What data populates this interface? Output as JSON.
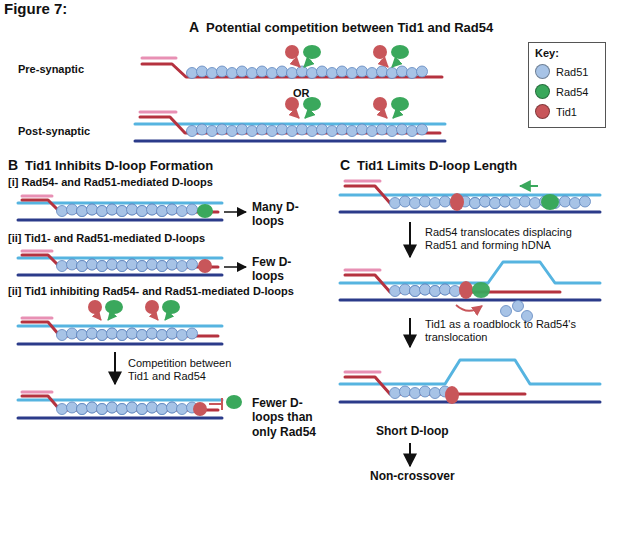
{
  "diagram": {
    "title": "Figure 7:",
    "nodes": [
      {
        "text": [
          "Key:"
        ]
      }
    ],
    "labels": [
      "A",
      "Potential competition between Tid1 and Rad54",
      "Pre-synaptic",
      "OR",
      "Post-synaptic",
      "B",
      "Tid1 Inhibits D-loop Formation",
      "[i] Rad54- and Rad51-mediated D-loops",
      "Many D-loops",
      "[ii] Tid1- and Rad51-mediated D-loops",
      "Few D-loops",
      "[ii] Tid1 inhibiting Rad54- and Rad51-mediated D-loops",
      "Competition between Tid1 and Rad54",
      "Fewer D-loops than only Rad54",
      "C",
      "Tid1 Limits D-loop Length",
      "Rad54 translocates displacing Rad51 and forming hDNA",
      "Tid1 as a roadblock to Rad54's translocation",
      "Short D-loop",
      "Non-crossover"
    ],
    "legend": [
      {
        "text": "Rad51",
        "color": "#a7c3e6"
      },
      {
        "text": "Rad54",
        "color": "#3aa85c"
      },
      {
        "text": "Tid1",
        "color": "#c8565a"
      }
    ]
  }
}
